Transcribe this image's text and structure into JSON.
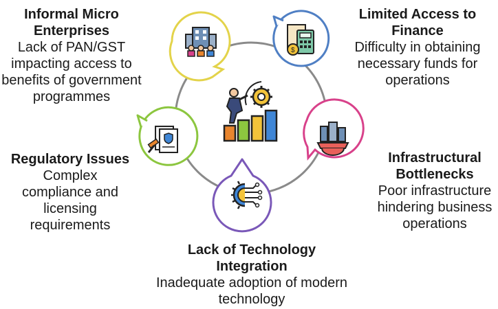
{
  "nodes": [
    {
      "id": "informal",
      "title": "Informal Micro Enterprises",
      "desc": "Lack of PAN/GST impacting access to benefits of government programmes",
      "color": "#e3d34a",
      "icon": "enterprise-building-people-icon"
    },
    {
      "id": "finance",
      "title": "Limited Access to Finance",
      "desc": "Difficulty in obtaining necessary funds for operations",
      "color": "#4f7fc4",
      "icon": "finance-calculator-coins-icon"
    },
    {
      "id": "infra",
      "title": "Infrastructural Bottlenecks",
      "desc": "Poor infrastructure hindering business operations",
      "color": "#d8418a",
      "icon": "infrastructure-buildings-gear-icon"
    },
    {
      "id": "tech",
      "title": "Lack of Technology Integration",
      "desc": "Inadequate adoption of modern technology",
      "color": "#7a58b8",
      "icon": "technology-circuit-gear-icon"
    },
    {
      "id": "reg",
      "title": "Regulatory Issues",
      "desc": "Complex compliance and licensing requirements",
      "color": "#8cc63f",
      "icon": "regulatory-documents-gavel-icon"
    }
  ],
  "center": {
    "icon": "growth-person-gear-chart-icon"
  },
  "colors": {
    "ring": "#8a8a8a",
    "text": "#1a1a1a"
  }
}
